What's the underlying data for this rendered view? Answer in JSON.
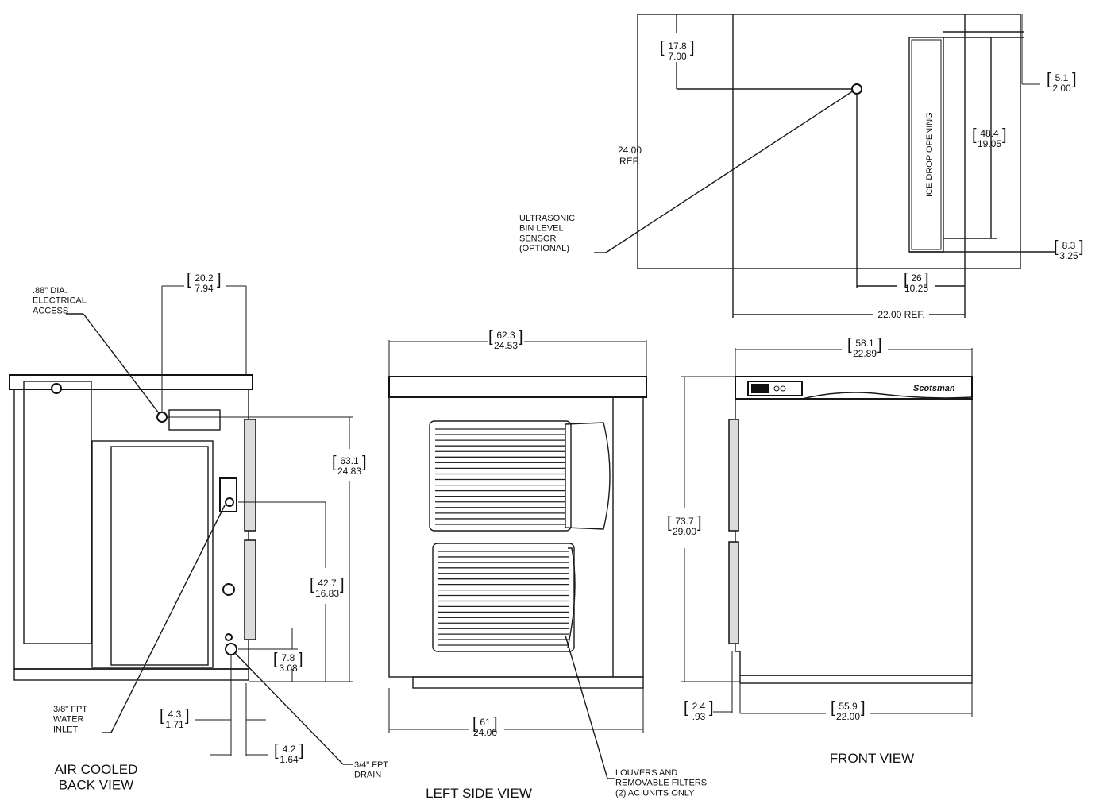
{
  "views": {
    "back": "AIR COOLED\nBACK VIEW",
    "left": "LEFT SIDE VIEW",
    "front": "FRONT VIEW"
  },
  "callouts": {
    "electrical": ".88\" DIA.\nELECTRICAL\nACCESS",
    "water_inlet": "3/8\" FPT\nWATER\nINLET",
    "drain": "3/4\" FPT\nDRAIN",
    "sensor": "ULTRASONIC\nBIN LEVEL\nSENSOR\n(OPTIONAL)",
    "louvers": "LOUVERS AND\nREMOVABLE FILTERS\n(2) AC UNITS ONLY",
    "ice_drop": "ICE DROP OPENING",
    "brand": "Scotsman"
  },
  "dims": {
    "top_178": {
      "mm": "17.8",
      "in": "7.00"
    },
    "top_51": {
      "mm": "5.1",
      "in": "2.00"
    },
    "top_484": {
      "mm": "48.4",
      "in": "19.05"
    },
    "top_2400ref": {
      "mm": "",
      "in": "24.00\nREF."
    },
    "top_83": {
      "mm": "8.3",
      "in": "3.25"
    },
    "top_26": {
      "mm": "26",
      "in": "10.25"
    },
    "top_2200ref": {
      "mm": "",
      "in": "22.00 REF."
    },
    "back_202": {
      "mm": "20.2",
      "in": "7.94"
    },
    "back_631": {
      "mm": "63.1",
      "in": "24.83"
    },
    "back_427": {
      "mm": "42.7",
      "in": "16.83"
    },
    "back_78": {
      "mm": "7.8",
      "in": "3.08"
    },
    "back_43": {
      "mm": "4.3",
      "in": "1.71"
    },
    "back_42": {
      "mm": "4.2",
      "in": "1.64"
    },
    "left_623": {
      "mm": "62.3",
      "in": "24.53"
    },
    "left_61": {
      "mm": "61",
      "in": "24.00"
    },
    "front_581": {
      "mm": "58.1",
      "in": "22.89"
    },
    "front_737": {
      "mm": "73.7",
      "in": "29.00"
    },
    "front_24": {
      "mm": "2.4",
      "in": ".93"
    },
    "front_559": {
      "mm": "55.9",
      "in": "22.00"
    }
  }
}
